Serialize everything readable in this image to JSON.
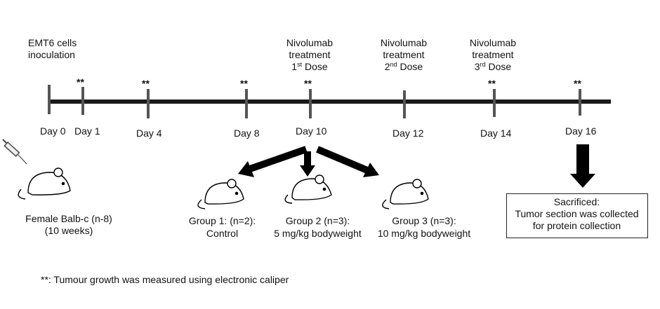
{
  "events": {
    "inoculation_line1": "EMT6 cells",
    "inoculation_line2": "inoculation",
    "dose1_line1": "Nivolumab",
    "dose1_line2": "treatment",
    "dose1_line3_num": "1",
    "dose1_line3_sup": "st",
    "dose1_line3_rest": " Dose",
    "dose2_line1": "Nivolumab",
    "dose2_line2": "treatment",
    "dose2_line3_num": "2",
    "dose2_line3_sup": "nd",
    "dose2_line3_rest": " Dose",
    "dose3_line1": "Nivolumab",
    "dose3_line2": "treatment",
    "dose3_line3_num": "3",
    "dose3_line3_sup": "rd",
    "dose3_line3_rest": " Dose"
  },
  "timeline": {
    "days": [
      "Day 0",
      "Day 1",
      "Day 4",
      "Day 8",
      "Day 10",
      "Day 12",
      "Day 14",
      "Day 16"
    ],
    "measure_marker": "**"
  },
  "mice": {
    "start_label_line1": "Female Balb-c (n-8)",
    "start_label_line2": "(10 weeks)"
  },
  "groups": [
    {
      "line1": "Group 1: (n=2):",
      "line2": "Control"
    },
    {
      "line1": "Group 2 (n=3):",
      "line2": "5 mg/kg bodyweight"
    },
    {
      "line1": "Group 3 (n=3):",
      "line2": "10 mg/kg bodyweight"
    }
  ],
  "endpoint": {
    "line1": "Sacrificed:",
    "line2": "Tumor section was collected",
    "line3": "for protein collection"
  },
  "footnote": "**: Tumour growth was measured using electronic caliper"
}
